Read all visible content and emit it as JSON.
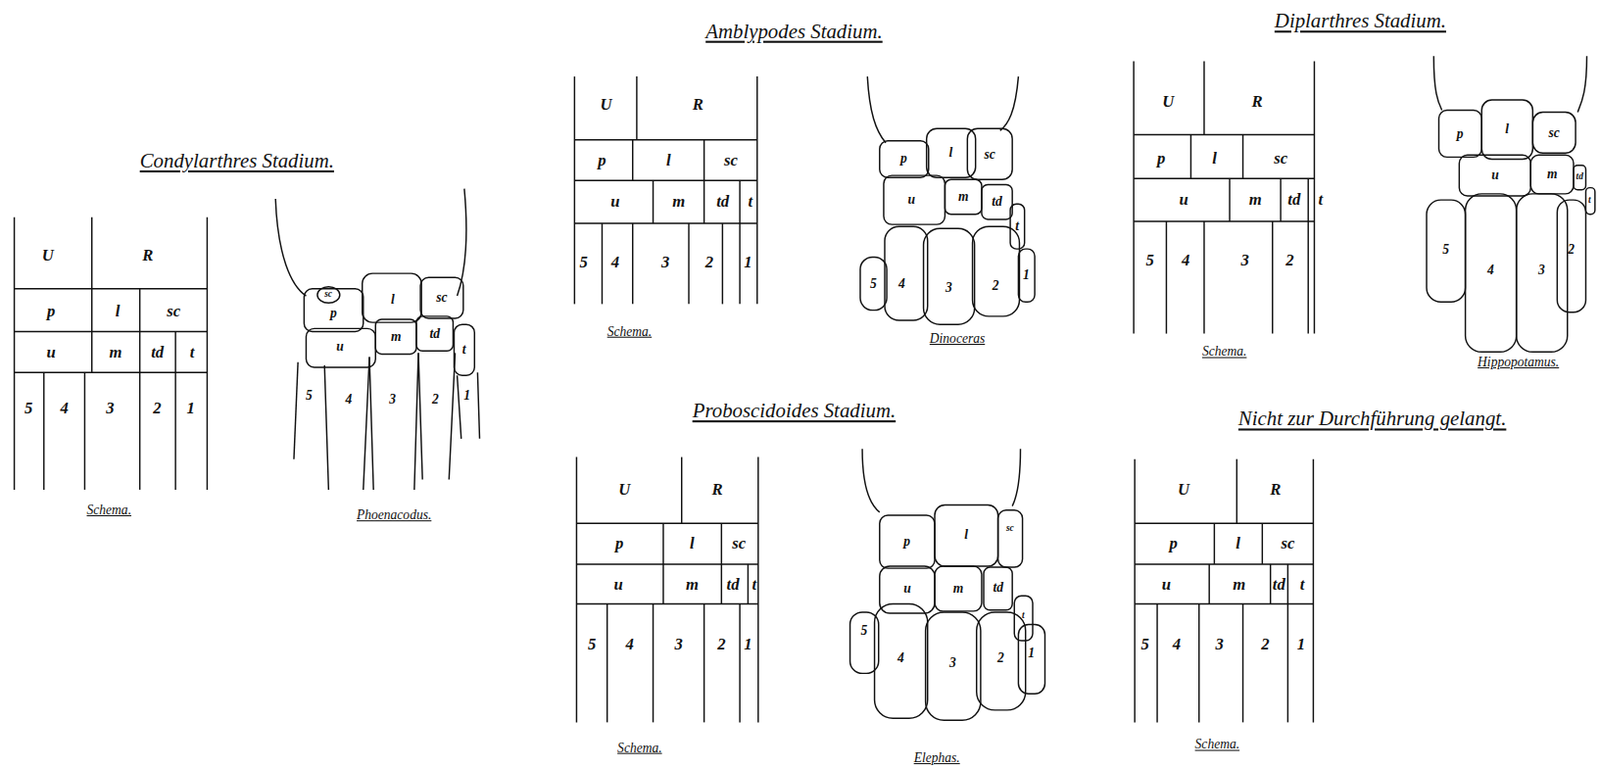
{
  "diagram": {
    "labels": [
      "Condylarthres Stadium.",
      "U",
      "R",
      "p",
      "l",
      "sc",
      "u",
      "m",
      "td",
      "t",
      "5",
      "4",
      "3",
      "2",
      "1",
      "Schema.",
      "sc",
      "p",
      "l",
      "sc",
      "u",
      "m",
      "td",
      "t",
      "5",
      "4",
      "3",
      "2",
      "1",
      "Phoenacodus.",
      "Amblypodes Stadium.",
      "U",
      "R",
      "p",
      "l",
      "sc",
      "u",
      "m",
      "td",
      "t",
      "5",
      "4",
      "3",
      "2",
      "1",
      "Schema.",
      "p",
      "l",
      "sc",
      "u",
      "m",
      "td",
      "t",
      "5",
      "4",
      "3",
      "2",
      "1",
      "Dinoceras",
      "Diplarthres Stadium.",
      "U",
      "R",
      "p",
      "l",
      "sc",
      "u",
      "m",
      "td",
      "t",
      "5",
      "4",
      "3",
      "2",
      "Schema.",
      "p",
      "l",
      "sc",
      "u",
      "m",
      "td",
      "t",
      "5",
      "4",
      "3",
      "2",
      "Hippopotamus.",
      "Proboscidoides Stadium.",
      "U",
      "R",
      "p",
      "l",
      "sc",
      "u",
      "m",
      "td",
      "t",
      "5",
      "4",
      "3",
      "2",
      "1",
      "Schema.",
      "p",
      "l",
      "sc",
      "u",
      "m",
      "td",
      "t",
      "5",
      "4",
      "3",
      "2",
      "1",
      "Elephas.",
      "Nicht zur Durchführung gelangt.",
      "U",
      "R",
      "p",
      "l",
      "sc",
      "u",
      "m",
      "td",
      "t",
      "5",
      "4",
      "3",
      "2",
      "1",
      "Schema."
    ]
  }
}
